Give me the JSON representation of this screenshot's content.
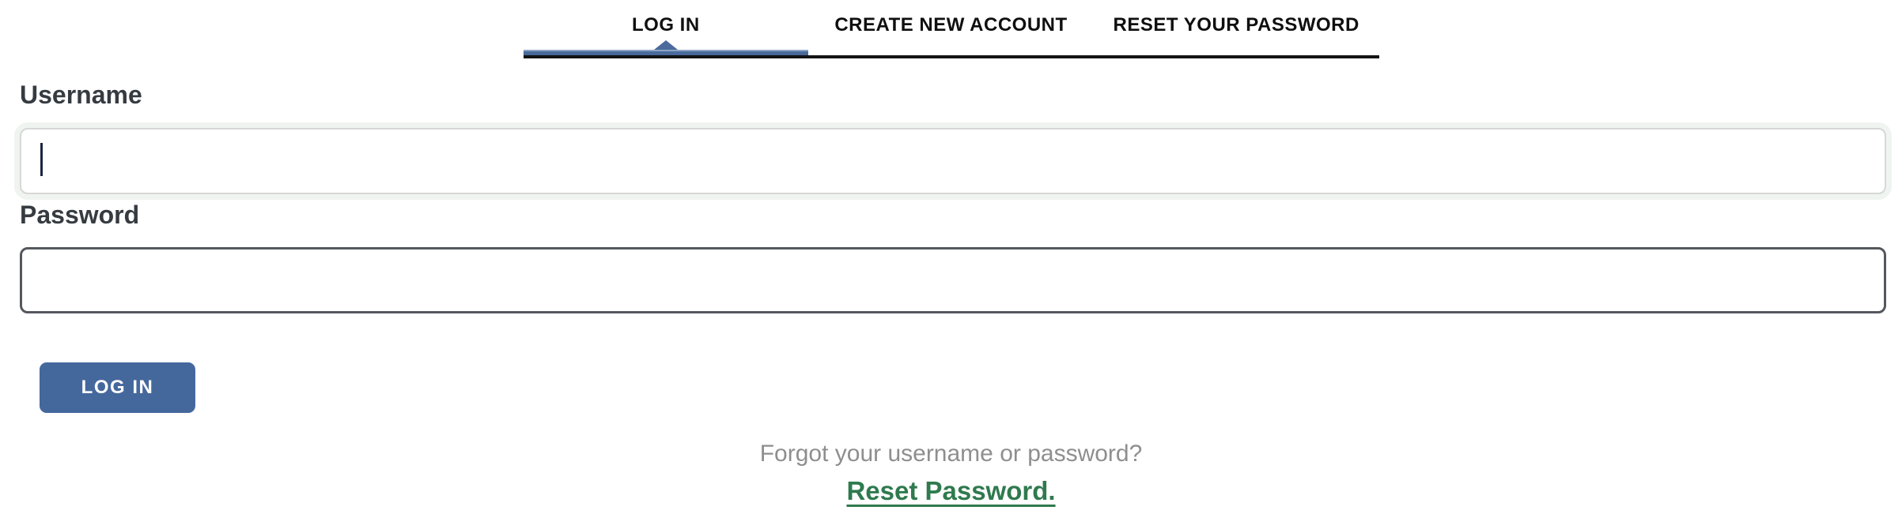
{
  "tabs": {
    "items": [
      {
        "label": "LOG IN",
        "active": true
      },
      {
        "label": "CREATE NEW ACCOUNT",
        "active": false
      },
      {
        "label": "RESET YOUR PASSWORD",
        "active": false
      }
    ]
  },
  "form": {
    "username": {
      "label": "Username",
      "value": "",
      "placeholder": "",
      "focused": true
    },
    "password": {
      "label": "Password",
      "value": "",
      "placeholder": ""
    },
    "submit_label": "LOG IN"
  },
  "footer": {
    "prompt": "Forgot your username or password?",
    "link_label": "Reset Password."
  },
  "colors": {
    "accent_blue": "#45689c",
    "tab_underline_black": "#141414",
    "tab_text": "#0f0f0f",
    "label_dark_gray": "#363b41",
    "username_border": "#d5d8d6",
    "username_focus_halo": "#eff4f1",
    "password_border": "#54585d",
    "text_cursor_navy": "#1d2642",
    "muted_gray_text": "#8e8e8e",
    "link_green": "#2f7a4e",
    "background": "#ffffff"
  }
}
